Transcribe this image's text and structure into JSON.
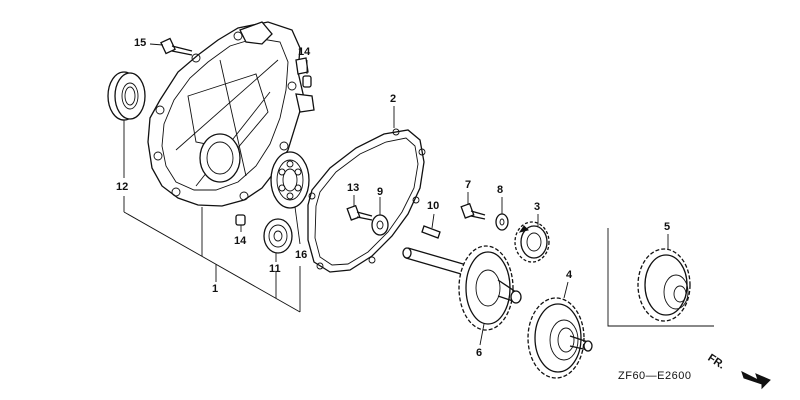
{
  "diagram": {
    "code": "ZF60—E2600",
    "front_label": "FR.",
    "callouts": [
      {
        "id": "callout-15",
        "text": "15"
      },
      {
        "id": "callout-14-top",
        "text": "14"
      },
      {
        "id": "callout-2",
        "text": "2"
      },
      {
        "id": "callout-12",
        "text": "12"
      },
      {
        "id": "callout-13",
        "text": "13"
      },
      {
        "id": "callout-9",
        "text": "9"
      },
      {
        "id": "callout-10",
        "text": "10"
      },
      {
        "id": "callout-7",
        "text": "7"
      },
      {
        "id": "callout-8",
        "text": "8"
      },
      {
        "id": "callout-3",
        "text": "3"
      },
      {
        "id": "callout-5",
        "text": "5"
      },
      {
        "id": "callout-14-bottom",
        "text": "14"
      },
      {
        "id": "callout-16",
        "text": "16"
      },
      {
        "id": "callout-11",
        "text": "11"
      },
      {
        "id": "callout-1",
        "text": "1"
      },
      {
        "id": "callout-4",
        "text": "4"
      },
      {
        "id": "callout-6",
        "text": "6"
      }
    ]
  }
}
